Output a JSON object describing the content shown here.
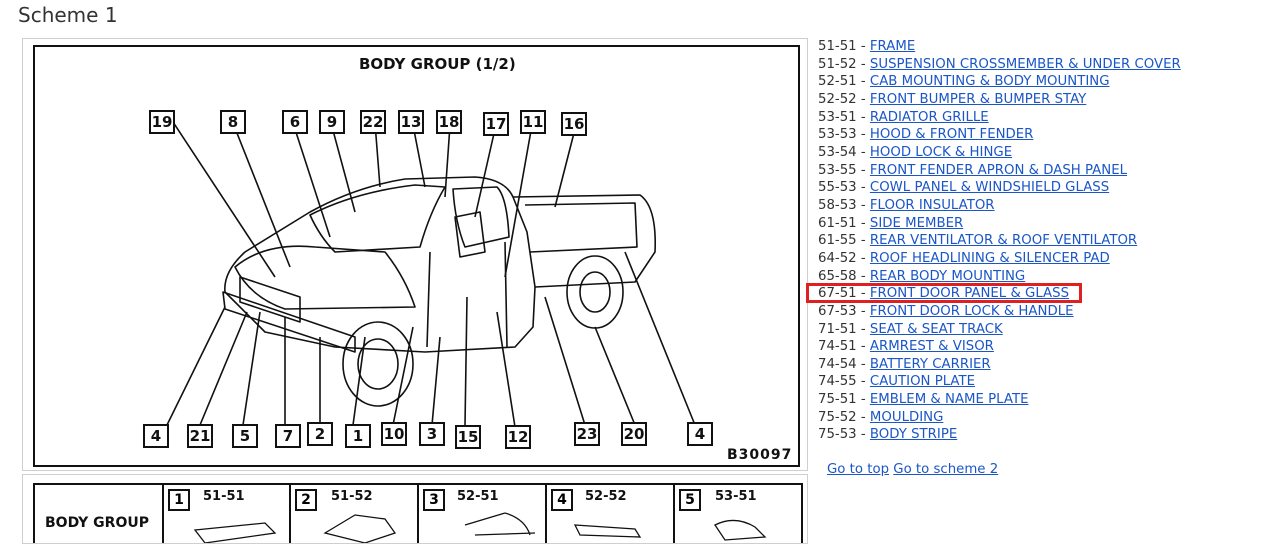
{
  "page": {
    "title": "Scheme 1"
  },
  "diagram": {
    "heading": "BODY GROUP (1/2)",
    "code": "B30097",
    "callouts": [
      "19",
      "8",
      "6",
      "9",
      "22",
      "13",
      "18",
      "17",
      "11",
      "16",
      "4",
      "21",
      "5",
      "7",
      "2",
      "1",
      "10",
      "3",
      "15",
      "12",
      "23",
      "20",
      "4"
    ]
  },
  "thumbs": {
    "label": "BODY GROUP",
    "items": [
      {
        "num": "1",
        "code": "51-51"
      },
      {
        "num": "2",
        "code": "51-52"
      },
      {
        "num": "3",
        "code": "52-51"
      },
      {
        "num": "4",
        "code": "52-52"
      },
      {
        "num": "5",
        "code": "53-51"
      }
    ]
  },
  "parts": [
    {
      "code": "51-51",
      "label": "FRAME"
    },
    {
      "code": "51-52",
      "label": "SUSPENSION CROSSMEMBER & UNDER COVER"
    },
    {
      "code": "52-51",
      "label": "CAB MOUNTING & BODY MOUNTING"
    },
    {
      "code": "52-52",
      "label": "FRONT BUMPER & BUMPER STAY"
    },
    {
      "code": "53-51",
      "label": "RADIATOR GRILLE"
    },
    {
      "code": "53-53",
      "label": "HOOD & FRONT FENDER"
    },
    {
      "code": "53-54",
      "label": "HOOD LOCK & HINGE"
    },
    {
      "code": "53-55",
      "label": "FRONT FENDER APRON & DASH PANEL"
    },
    {
      "code": "55-53",
      "label": "COWL PANEL & WINDSHIELD GLASS"
    },
    {
      "code": "58-53",
      "label": "FLOOR INSULATOR"
    },
    {
      "code": "61-51",
      "label": "SIDE MEMBER"
    },
    {
      "code": "61-55",
      "label": "REAR VENTILATOR & ROOF VENTILATOR"
    },
    {
      "code": "64-52",
      "label": "ROOF HEADLINING & SILENCER PAD"
    },
    {
      "code": "65-58",
      "label": "REAR BODY MOUNTING"
    },
    {
      "code": "67-51",
      "label": "FRONT DOOR PANEL & GLASS",
      "highlighted": true
    },
    {
      "code": "67-53",
      "label": "FRONT DOOR LOCK & HANDLE"
    },
    {
      "code": "71-51",
      "label": "SEAT & SEAT TRACK"
    },
    {
      "code": "74-51",
      "label": "ARMREST & VISOR"
    },
    {
      "code": "74-54",
      "label": "BATTERY CARRIER"
    },
    {
      "code": "74-55",
      "label": "CAUTION PLATE"
    },
    {
      "code": "75-51",
      "label": "EMBLEM & NAME PLATE"
    },
    {
      "code": "75-52",
      "label": "MOULDING"
    },
    {
      "code": "75-53",
      "label": "BODY STRIPE"
    }
  ],
  "footer": {
    "top_label": "Go to top",
    "next_label": "Go to scheme 2"
  },
  "colors": {
    "link": "#1a56c8",
    "highlight": "#e02020"
  }
}
